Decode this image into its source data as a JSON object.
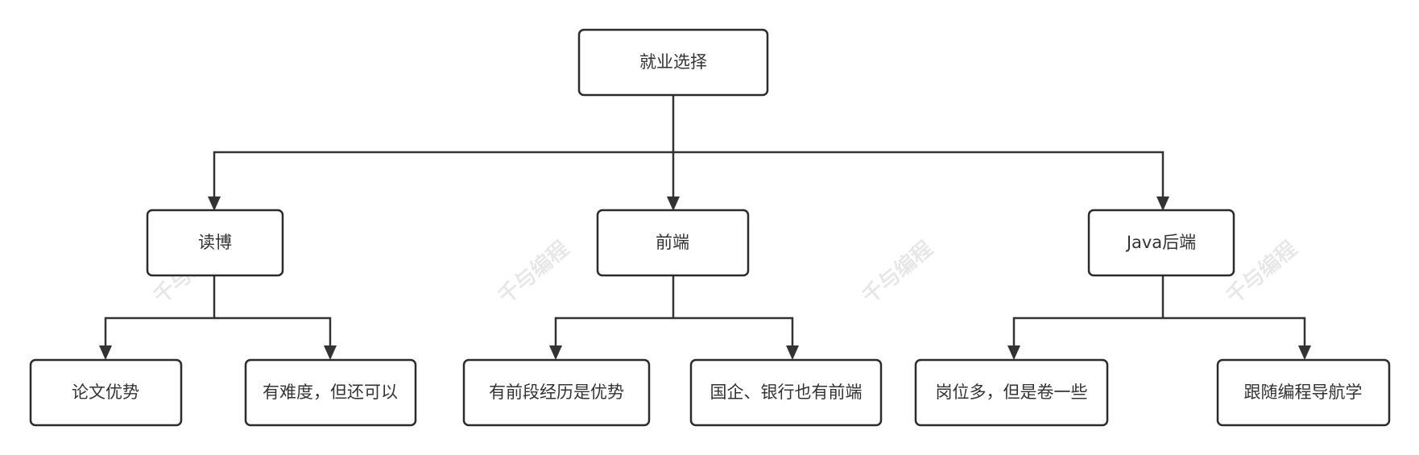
{
  "nodes": {
    "root": "就业选择",
    "phd": "读博",
    "frontend": "前端",
    "java": "Java后端",
    "phd_a": "论文优势",
    "phd_b": "有难度，但还可以",
    "frontend_a": "有前段经历是优势",
    "frontend_b": "国企、银行也有前端",
    "java_a": "岗位多，但是卷一些",
    "java_b": "跟随编程导航学"
  },
  "watermark": "千与编程",
  "colors": {
    "stroke": "#2b2b2b",
    "text": "#333333",
    "watermark": "#d4d4d4"
  }
}
